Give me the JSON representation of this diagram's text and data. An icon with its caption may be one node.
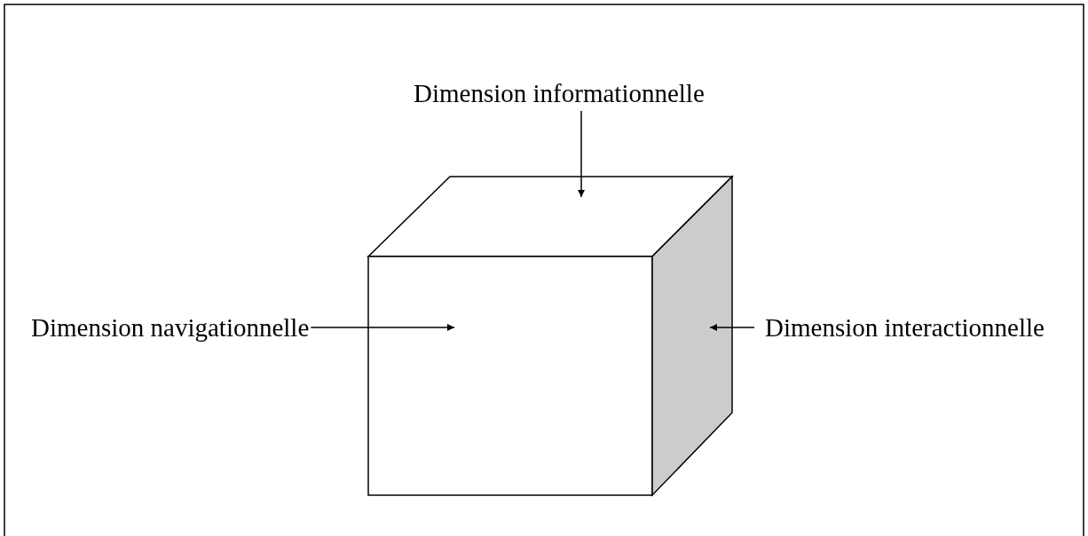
{
  "diagram": {
    "nodes": [
      {
        "text": [
          "Dimension informationnelle"
        ]
      },
      {
        "text": [],
        "shape": "parallelogram"
      },
      {
        "text": [
          "Dimension navigationnelle"
        ]
      },
      {
        "text": [],
        "shape": "box"
      },
      {
        "text": [
          "Dimension interactionnelle"
        ]
      },
      {
        "text": [],
        "shape": "parallelogram"
      }
    ],
    "edges": [
      {
        "from": 0,
        "to": 1,
        "arrow": "to"
      },
      {
        "from": 2,
        "to": 3,
        "arrow": "to"
      },
      {
        "from": 4,
        "to": 5,
        "arrow": "to"
      }
    ]
  }
}
